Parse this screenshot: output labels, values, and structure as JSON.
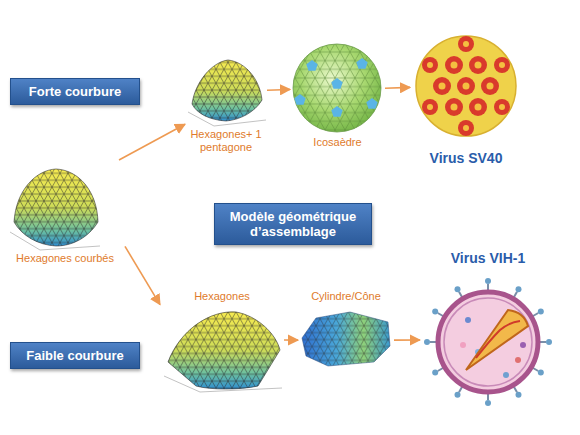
{
  "diagram": {
    "nodes": [
      {
        "text": [
          "Forte courbure"
        ]
      },
      {
        "text": [
          "Hexagones+ 1 pentagone"
        ]
      },
      {
        "text": [
          "Icosaèdre"
        ]
      },
      {
        "text": [
          "Virus SV40"
        ]
      },
      {
        "text": [
          "Hexagones courbés"
        ]
      },
      {
        "text": [
          "Modèle géométrique d’assemblage"
        ]
      },
      {
        "text": [
          "Virus VIH-1"
        ]
      },
      {
        "text": [
          "Hexagones"
        ]
      },
      {
        "text": [
          "Cylindre/Cône"
        ]
      },
      {
        "text": [
          "Faible courbure"
        ]
      }
    ],
    "edges": [
      {
        "from": 1,
        "to": 2,
        "arrow": "to"
      },
      {
        "from": 2,
        "to": 3,
        "arrow": "to"
      },
      {
        "from": 4,
        "to": 1,
        "arrow": "to"
      },
      {
        "from": 4,
        "to": 7,
        "arrow": "to"
      },
      {
        "from": 7,
        "to": 8,
        "arrow": "to"
      },
      {
        "from": 8,
        "to": 6,
        "arrow": "to"
      }
    ]
  }
}
